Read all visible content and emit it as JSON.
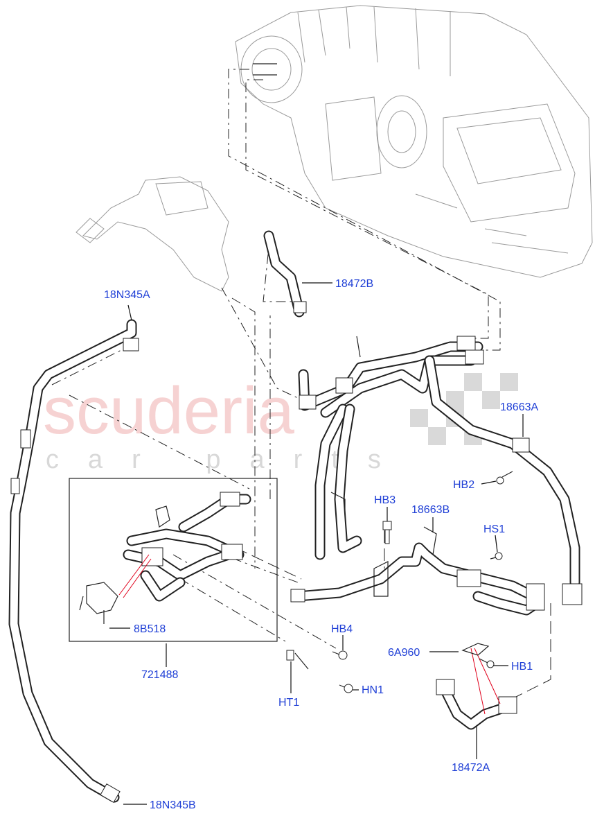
{
  "watermark": {
    "brand": "scuderia",
    "sub": "car parts"
  },
  "labels": [
    {
      "id": "18N345A",
      "text": "18N345A"
    },
    {
      "id": "18472B",
      "text": "18472B"
    },
    {
      "id": "18663A",
      "text": "18663A"
    },
    {
      "id": "HB2",
      "text": "HB2"
    },
    {
      "id": "HB3",
      "text": "HB3"
    },
    {
      "id": "18663B",
      "text": "18663B"
    },
    {
      "id": "HS1",
      "text": "HS1"
    },
    {
      "id": "8B518",
      "text": "8B518"
    },
    {
      "id": "721488",
      "text": "721488"
    },
    {
      "id": "HB4",
      "text": "HB4"
    },
    {
      "id": "6A960",
      "text": "6A960"
    },
    {
      "id": "HB1",
      "text": "HB1"
    },
    {
      "id": "HT1",
      "text": "HT1"
    },
    {
      "id": "HN1",
      "text": "HN1"
    },
    {
      "id": "18472A",
      "text": "18472A"
    },
    {
      "id": "18N345B",
      "text": "18N345B"
    }
  ],
  "colors": {
    "label": "#1f3fd6",
    "line": "#222222",
    "watermark": "#f4c4c4",
    "ghost": "#9a9a9a",
    "red_leader": "#e0001b"
  }
}
